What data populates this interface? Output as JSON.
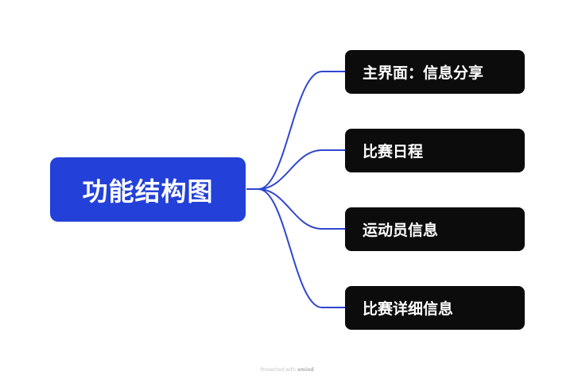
{
  "root": {
    "label": "功能结构图"
  },
  "children": [
    {
      "label": "主界面：信息分享"
    },
    {
      "label": "比赛日程"
    },
    {
      "label": "运动员信息"
    },
    {
      "label": "比赛详细信息"
    }
  ],
  "footer": {
    "prefix": "Presented with",
    "brand": "xmind"
  },
  "colors": {
    "root_fill": "#2341d8",
    "child_fill": "#0c0c0c",
    "connector": "#2f46d0",
    "background": "#ffffff"
  }
}
